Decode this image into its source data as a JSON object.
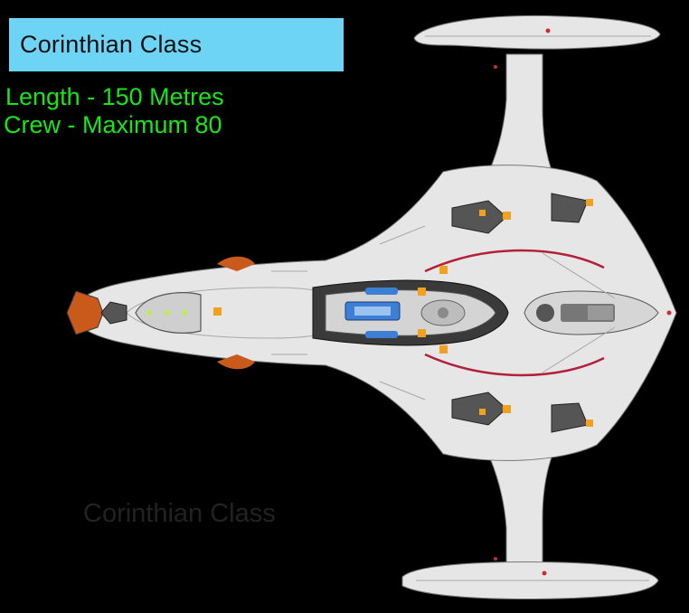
{
  "header": {
    "title": "Corinthian Class"
  },
  "specs": {
    "length": "Length - 150 Metres",
    "crew": "Crew - Maximum 80"
  },
  "watermark": {
    "text": "Corinthian Class"
  },
  "colors": {
    "background": "#000000",
    "title_box": "#6ed4f5",
    "spec_text": "#19e619",
    "hull": "#e6e6e6",
    "panel_line": "#a8a8a8",
    "accent_red": "#b3203a",
    "accent_orange": "#f2a020",
    "accent_blue": "#3e7fd6",
    "light_green": "#b9f23a"
  }
}
